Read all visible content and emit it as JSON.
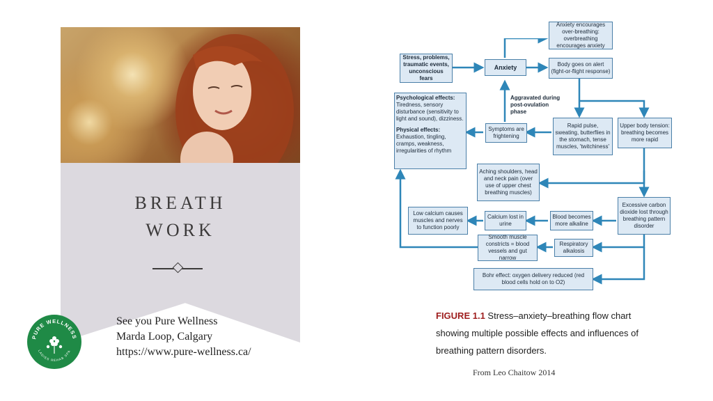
{
  "slide": {
    "title_line1": "BREATH",
    "title_line2": "WORK",
    "footer": {
      "line1": "See you Pure Wellness",
      "line2": "Marda Loop, Calgary",
      "line3": "https://www.pure-wellness.ca/"
    },
    "logo": {
      "top_text": "PURE WELLNESS",
      "bottom_text": "LADIES REHAB SPA",
      "color": "#1f8a46"
    }
  },
  "flowchart": {
    "boxes": {
      "stress": "Stress, problems, traumatic events, unconscious fears",
      "anxiety": "Anxiety",
      "encourages": "Anxiety encourages over-breathing: overbreathing encourages anxiety",
      "alert": "Body goes on alert (fight-or-flight response)",
      "psych_title": "Psychological effects:",
      "psych_body": "Tiredness, sensory disturbance (sensitivity to light and sound), dizziness.",
      "phys_title": "Physical effects:",
      "phys_body": "Exhaustion, tingling, cramps, weakness, irregularities of rhythm",
      "aggravated": "Aggravated during post-ovulation phase",
      "frightening": "Symptoms are frightening",
      "rapid_pulse": "Rapid pulse, sweating, butterflies in the stomach, tense muscles, 'twitchiness'",
      "upper_body": "Upper body tension: breathing becomes more rapid",
      "aching": "Aching shoulders, head and neck pain (over use of upper chest breathing muscles)",
      "co2": "Excessive carbon dioxide lost through breathing pattern disorder",
      "low_calcium": "Low calcium causes muscles and nerves to function poorly",
      "calcium_lost": "Calcium lost in urine",
      "alkaline": "Blood becomes more alkaline",
      "smooth_muscle": "Smooth muscle constricts = blood vessels and gut narrow",
      "alkalosis": "Respiratory alkalosis",
      "bohr": "Bohr effect: oxygen delivery reduced (red blood cells hold on to O2)"
    },
    "caption_label": "FIGURE 1.1",
    "caption_text": "Stress–anxiety–breathing flow chart showing multiple possible effects and influences of breathing pattern disorders.",
    "source": "From Leo Chaitow 2014",
    "arrow_color": "#2e86b8"
  }
}
